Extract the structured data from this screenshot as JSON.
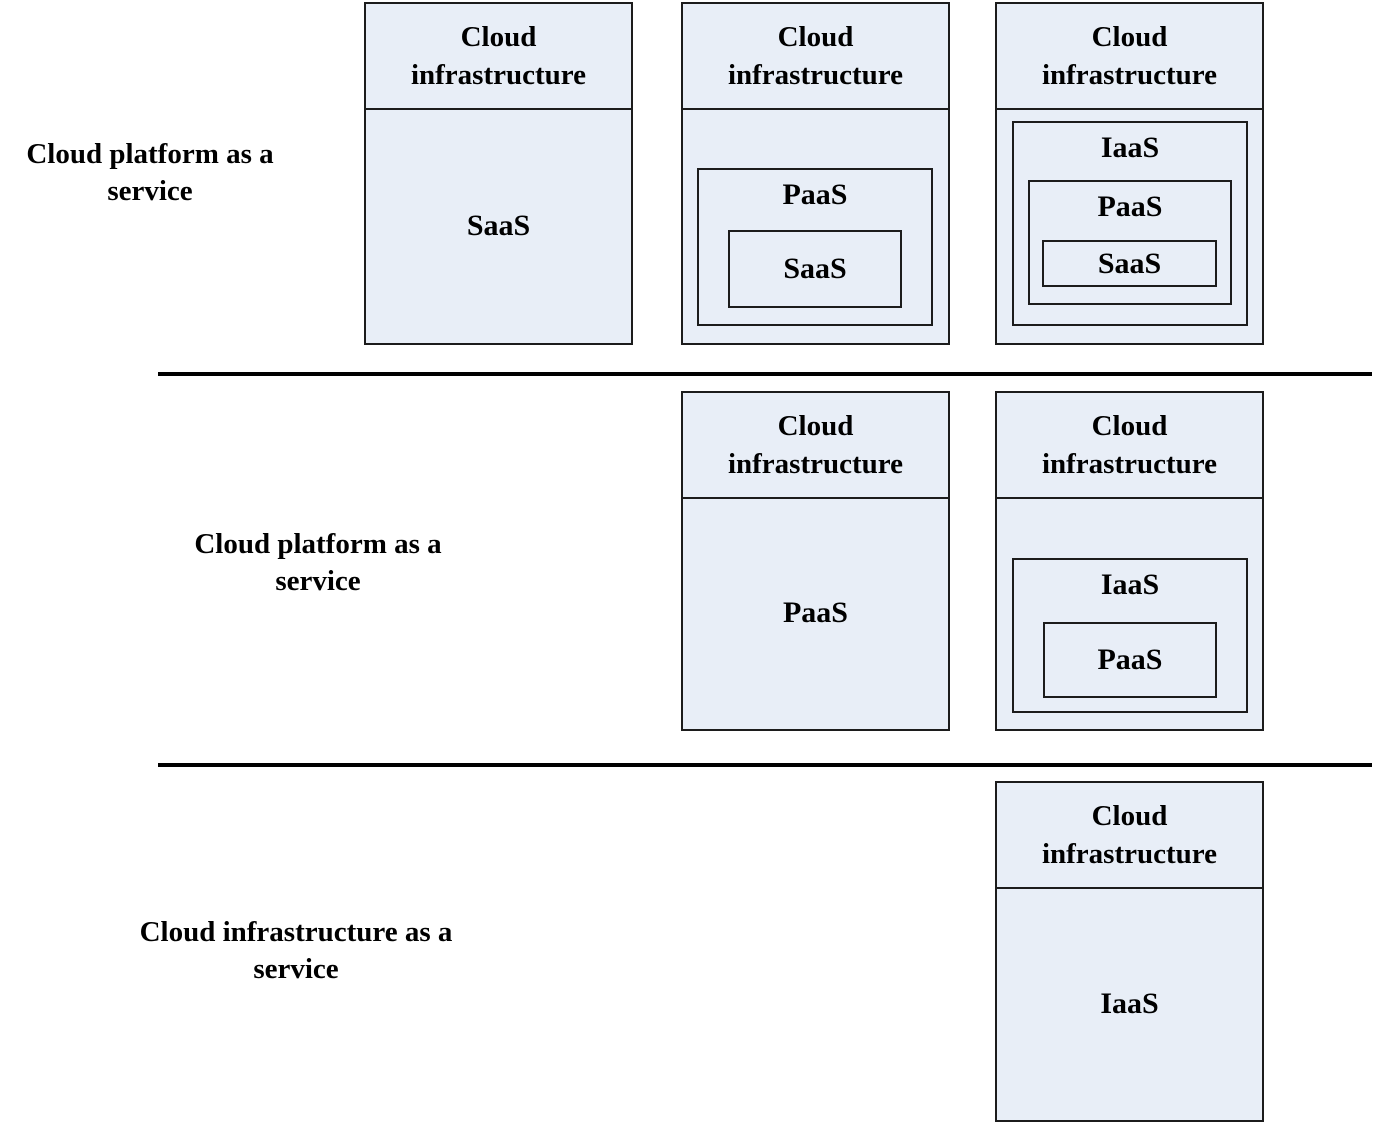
{
  "colors": {
    "background": "#ffffff",
    "box_fill": "#e8eef7",
    "border": "#1c1c1c",
    "divider": "#000000",
    "text": "#000000"
  },
  "box_header": {
    "line1": "Cloud",
    "line2": "infrastructure"
  },
  "rows": [
    {
      "label": {
        "line1": "Cloud platform as a",
        "line2": "service"
      },
      "boxes": [
        {
          "stack": [
            "SaaS"
          ]
        },
        {
          "stack": [
            "PaaS",
            "SaaS"
          ]
        },
        {
          "stack": [
            "IaaS",
            "PaaS",
            "SaaS"
          ]
        }
      ]
    },
    {
      "label": {
        "line1": "Cloud platform as a",
        "line2": "service"
      },
      "boxes": [
        {
          "stack": [
            "PaaS"
          ]
        },
        {
          "stack": [
            "IaaS",
            "PaaS"
          ]
        }
      ]
    },
    {
      "label": {
        "line1": "Cloud infrastructure as a",
        "line2": "service"
      },
      "boxes": [
        {
          "stack": [
            "IaaS"
          ]
        }
      ]
    }
  ]
}
